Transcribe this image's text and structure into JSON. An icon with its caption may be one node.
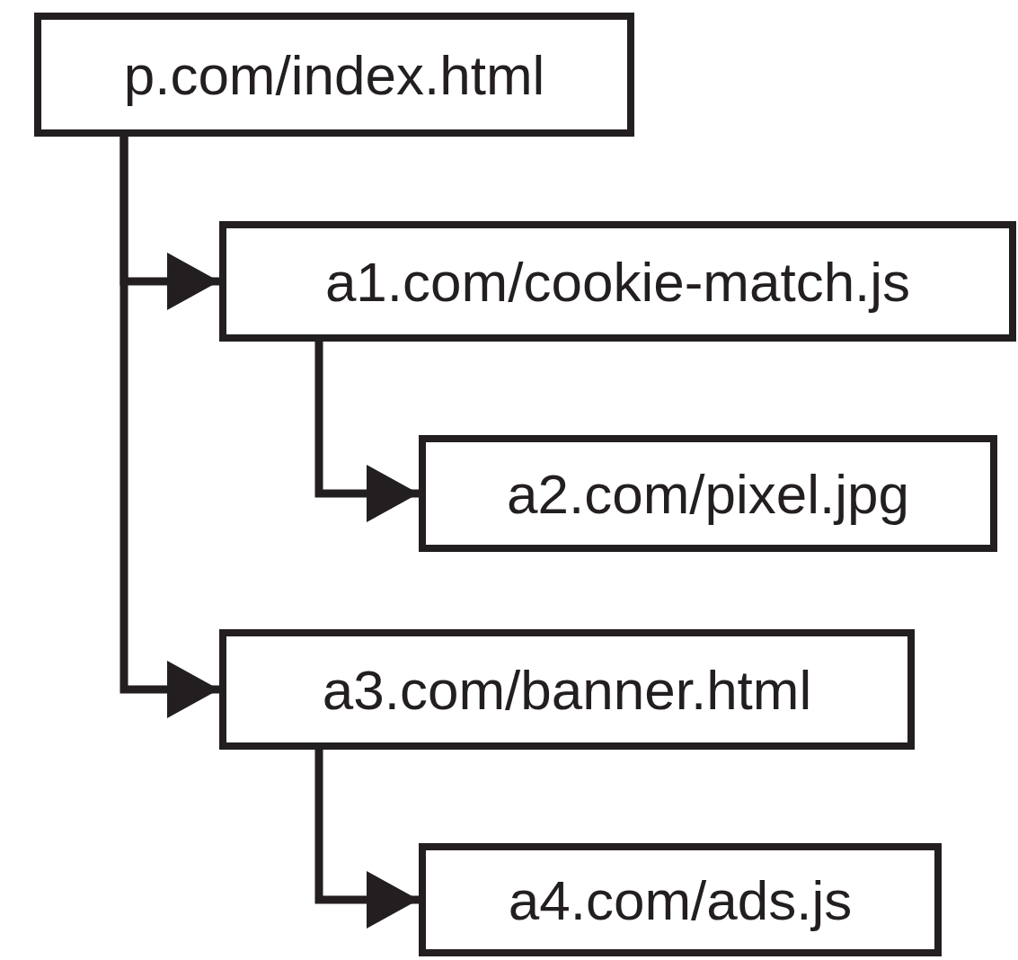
{
  "diagram": {
    "nodes": [
      {
        "text": [
          "p.com/index.html"
        ]
      },
      {
        "text": [
          "a1.com/cookie-match.js"
        ]
      },
      {
        "text": [
          "a2.com/pixel.jpg"
        ]
      },
      {
        "text": [
          "a3.com/banner.html"
        ]
      },
      {
        "text": [
          "a4.com/ads.js"
        ]
      }
    ],
    "edges": [
      {
        "from": 0,
        "to": 1,
        "arrow": "to"
      },
      {
        "from": 1,
        "to": 2,
        "arrow": "to"
      },
      {
        "from": 0,
        "to": 3,
        "arrow": "to"
      },
      {
        "from": 3,
        "to": 4,
        "arrow": "to"
      }
    ]
  }
}
